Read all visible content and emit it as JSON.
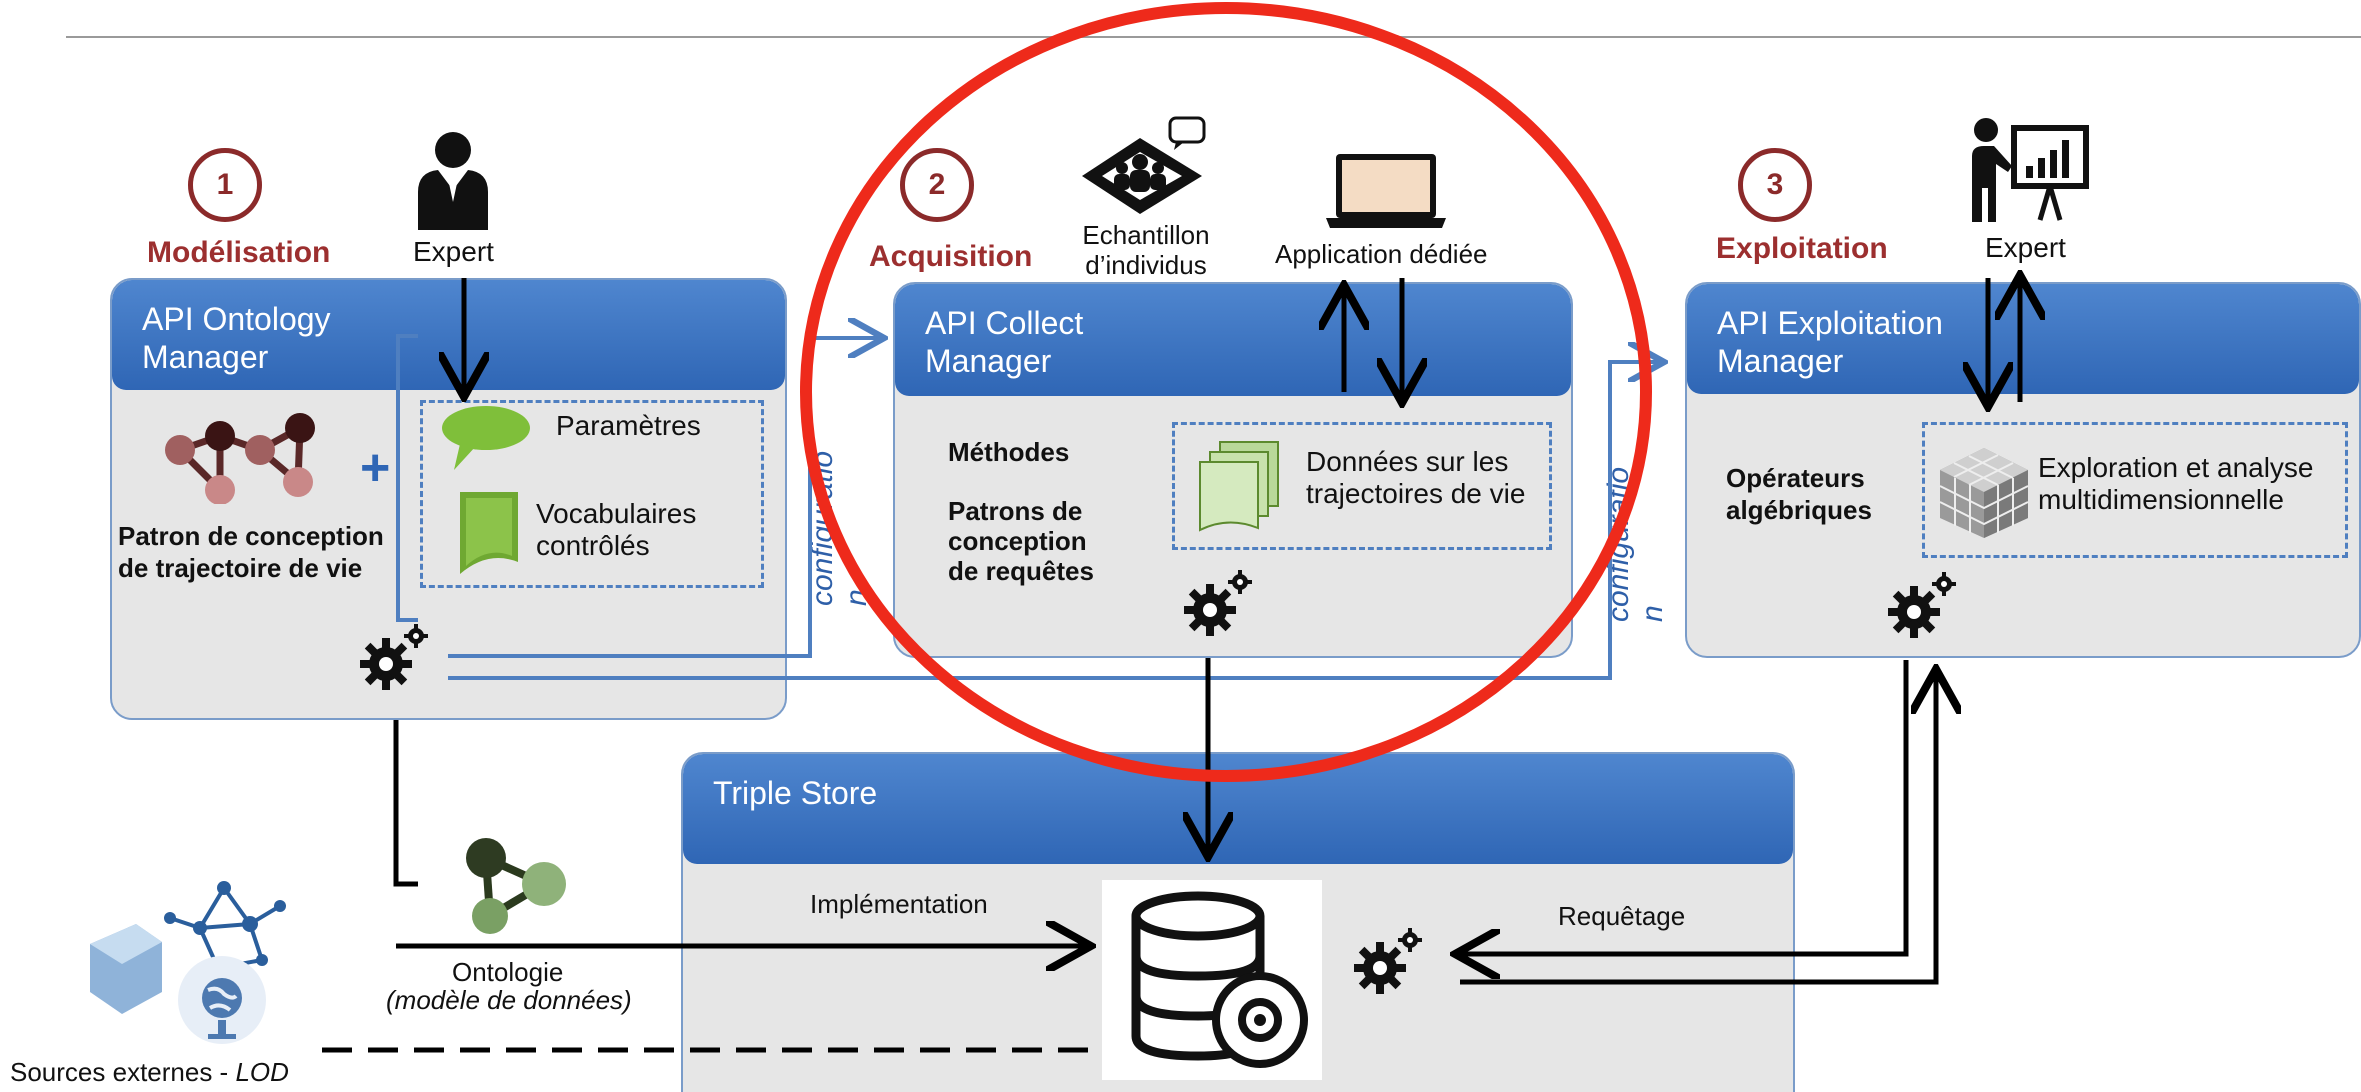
{
  "steps": {
    "s1": {
      "number": "1",
      "label": "Modélisation"
    },
    "s2": {
      "number": "2",
      "label": "Acquisition"
    },
    "s3": {
      "number": "3",
      "label": "Exploitation"
    }
  },
  "actors": {
    "expert_left": "Expert",
    "expert_right": "Expert",
    "sample": "Echantillon\nd’individus",
    "app": "Application dédiée"
  },
  "ontology_manager": {
    "title": "API Ontology\nManager",
    "pattern": "Patron de conception\nde trajectoire de vie",
    "plus": "+",
    "params": "Paramètres",
    "vocab": "Vocabulaires\ncontrôlés"
  },
  "collect_manager": {
    "title": "API Collect\nManager",
    "methods": "Méthodes",
    "patterns": "Patrons de\nconception\nde requêtes",
    "data": "Données sur les\ntrajectoires de vie"
  },
  "exploitation_manager": {
    "title": "API Exploitation\nManager",
    "operators": "Opérateurs\nalgébriques",
    "exploration": "Exploration et analyse\nmultidimensionnelle"
  },
  "triple_store": {
    "title": "Triple Store",
    "implementation": "Implémentation",
    "query": "Requêtage"
  },
  "config_left": "configuratio\nn",
  "config_right": "configuratio\nn",
  "ontology": {
    "line1": "Ontologie",
    "line2": "(modèle de données)"
  },
  "sources": {
    "prefix": "Sources externes - ",
    "lod": "LOD"
  },
  "colors": {
    "step": "#9c2f2f",
    "panel_head": "#3a72c2",
    "highlight": "#ee2a1b",
    "arrow": "#000000"
  }
}
